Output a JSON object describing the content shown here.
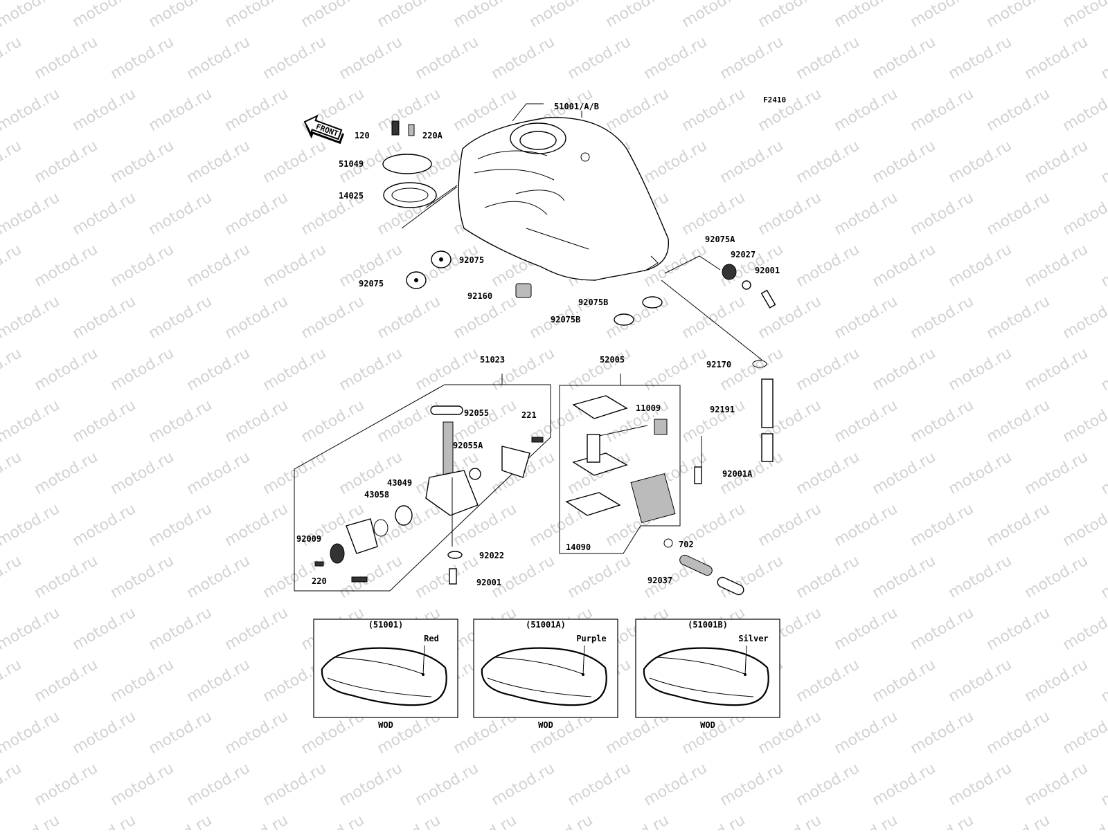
{
  "diagram": {
    "figure_code": "F2410",
    "watermark": "motod.ru",
    "front_arrow": "FRONT",
    "callouts": [
      {
        "id": "c-51001AB",
        "text": "51001/A/B"
      },
      {
        "id": "c-120",
        "text": "120"
      },
      {
        "id": "c-220A",
        "text": "220A"
      },
      {
        "id": "c-51049",
        "text": "51049"
      },
      {
        "id": "c-14025",
        "text": "14025"
      },
      {
        "id": "c-92075-a",
        "text": "92075"
      },
      {
        "id": "c-92075-b",
        "text": "92075"
      },
      {
        "id": "c-92160",
        "text": "92160"
      },
      {
        "id": "c-92075B-a",
        "text": "92075B"
      },
      {
        "id": "c-92075B-b",
        "text": "92075B"
      },
      {
        "id": "c-92075A",
        "text": "92075A"
      },
      {
        "id": "c-92027",
        "text": "92027"
      },
      {
        "id": "c-92001-top",
        "text": "92001"
      },
      {
        "id": "c-92170",
        "text": "92170"
      },
      {
        "id": "c-92191",
        "text": "92191"
      },
      {
        "id": "c-51023",
        "text": "51023"
      },
      {
        "id": "c-52005",
        "text": "52005"
      },
      {
        "id": "c-92055",
        "text": "92055"
      },
      {
        "id": "c-221",
        "text": "221"
      },
      {
        "id": "c-92055A",
        "text": "92055A"
      },
      {
        "id": "c-43049",
        "text": "43049"
      },
      {
        "id": "c-43058",
        "text": "43058"
      },
      {
        "id": "c-92009",
        "text": "92009"
      },
      {
        "id": "c-220",
        "text": "220"
      },
      {
        "id": "c-92022",
        "text": "92022"
      },
      {
        "id": "c-92001-bot",
        "text": "92001"
      },
      {
        "id": "c-11009",
        "text": "11009"
      },
      {
        "id": "c-92001A",
        "text": "92001A"
      },
      {
        "id": "c-14090",
        "text": "14090"
      },
      {
        "id": "c-702",
        "text": "702"
      },
      {
        "id": "c-92037",
        "text": "92037"
      }
    ],
    "variants": [
      {
        "code": "(51001)",
        "color": "Red",
        "market": "WOD"
      },
      {
        "code": "(51001A)",
        "color": "Purple",
        "market": "WOD"
      },
      {
        "code": "(51001B)",
        "color": "Silver",
        "market": "WOD"
      }
    ]
  }
}
